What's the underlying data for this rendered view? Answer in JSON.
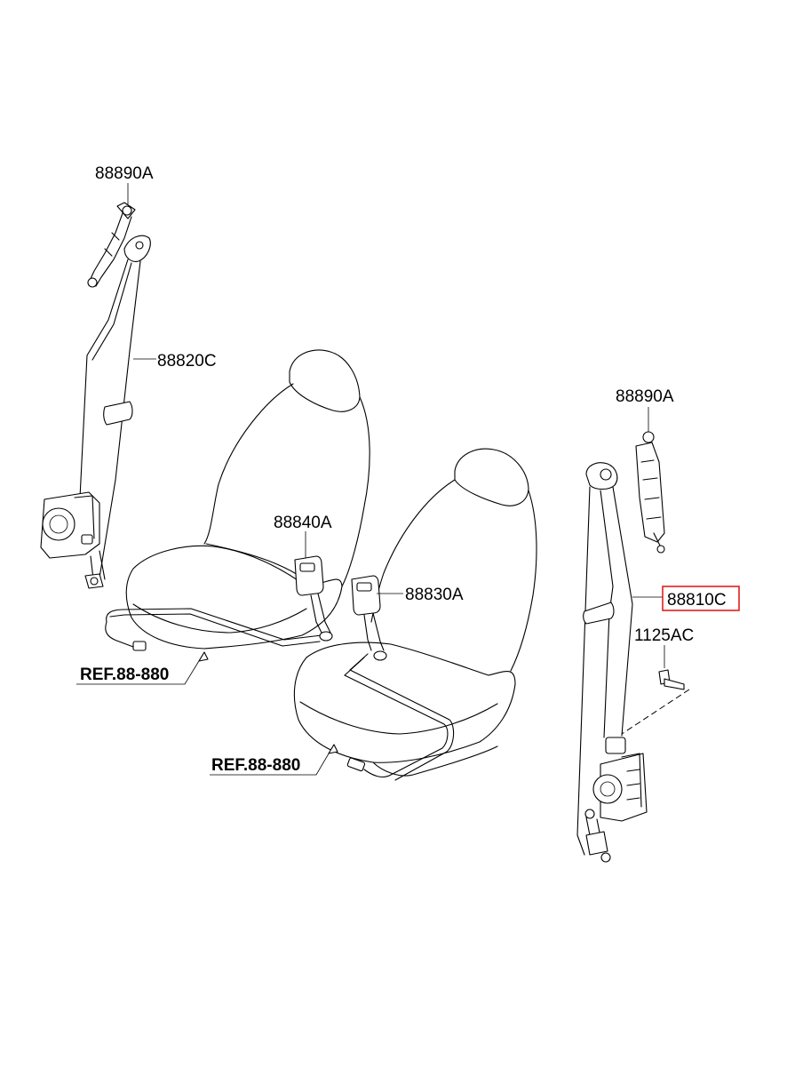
{
  "labels": {
    "left_anchor": "88890A",
    "left_belt": "88820C",
    "buckle_left": "88840A",
    "buckle_right": "88830A",
    "right_anchor": "88890A",
    "right_belt": "88810C",
    "bolt": "1125AC",
    "ref_left": "REF.88-880",
    "ref_right": "REF.88-880"
  },
  "colors": {
    "highlight": "#e0201b",
    "line": "#000000",
    "background": "#ffffff"
  }
}
